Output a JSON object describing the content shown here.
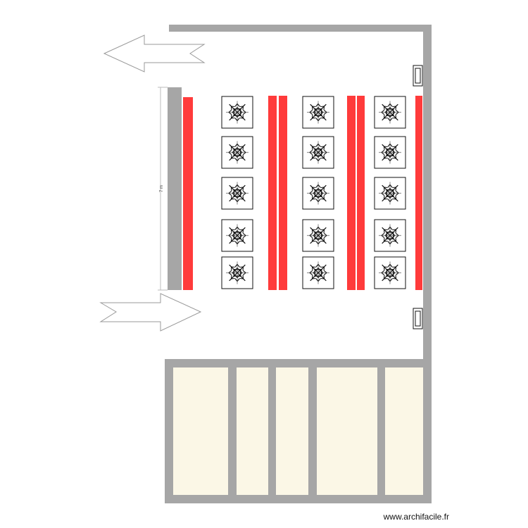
{
  "plan": {
    "dimension_label": "7 m",
    "watermark": "www.archifacile.fr",
    "colors": {
      "wall": "#a6a6a6",
      "radiator": "#ff3b3b",
      "room_fill": "#fbf7e6",
      "line": "#111111"
    },
    "icons": {
      "cooling_unit": "snowflake-icon",
      "entry_arrow": "arrow-right-icon",
      "exit_arrow": "arrow-left-icon",
      "window": "window-icon"
    },
    "cooling_units": {
      "columns": 3,
      "rows": 5
    },
    "bottom_rooms": 5
  }
}
